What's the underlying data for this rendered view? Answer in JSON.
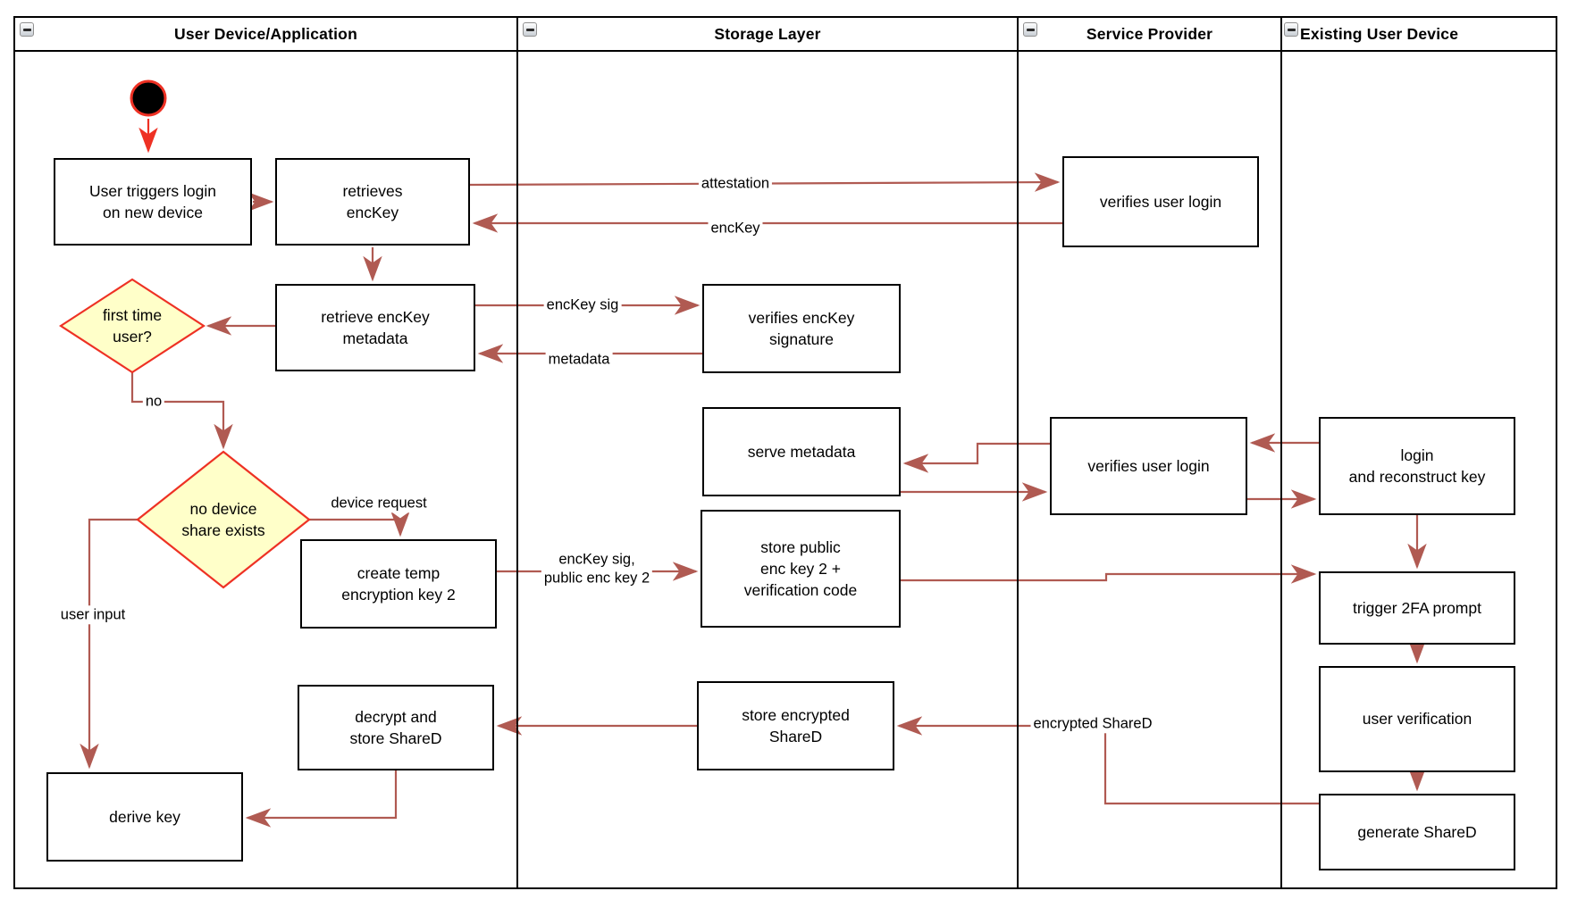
{
  "diagram": {
    "lanes": [
      {
        "title": "User Device/Application"
      },
      {
        "title": "Storage Layer"
      },
      {
        "title": "Service Provider"
      },
      {
        "title": "Existing User Device"
      }
    ],
    "nodes": {
      "user_triggers": {
        "label": "User triggers login\non new device"
      },
      "retrieves_enckey": {
        "label": "retrieves\nencKey"
      },
      "verifies_user_login_1": {
        "label": "verifies user login"
      },
      "retrieve_metadata": {
        "label": "retrieve encKey\nmetadata"
      },
      "verifies_enckey_sig": {
        "label": "verifies encKey\nsignature"
      },
      "first_time_user": {
        "label": "first time\nuser?"
      },
      "serve_metadata": {
        "label": "serve metadata"
      },
      "verifies_user_login_2": {
        "label": "verifies user login"
      },
      "login_reconstruct": {
        "label": "login\nand reconstruct key"
      },
      "no_device_share": {
        "label": "no device\nshare exists"
      },
      "create_temp_key": {
        "label": "create temp\nencryption key 2"
      },
      "store_public_key": {
        "label": "store public\nenc key 2 +\nverification code"
      },
      "trigger_2fa": {
        "label": "trigger 2FA prompt"
      },
      "user_verification": {
        "label": "user verification"
      },
      "decrypt_store_shared": {
        "label": "decrypt and\nstore ShareD"
      },
      "store_encrypted_shared": {
        "label": "store encrypted\nShareD"
      },
      "generate_shared": {
        "label": "generate ShareD"
      },
      "derive_key": {
        "label": "derive key"
      }
    },
    "edge_labels": {
      "attestation": "attestation",
      "enckey": "encKey",
      "enckey_sig": "encKey sig",
      "metadata": "metadata",
      "no": "no",
      "device_request": "device request",
      "enckey_sig_public": "encKey sig,\npublic enc key 2",
      "user_input": "user input",
      "encrypted_shared": "encrypted ShareD"
    },
    "colors": {
      "edge": "#b05a52",
      "start_accent": "#ee3124",
      "diamond_fill": "#ffffc9",
      "diamond_stroke": "#ee3124",
      "node_border": "#000000"
    }
  }
}
